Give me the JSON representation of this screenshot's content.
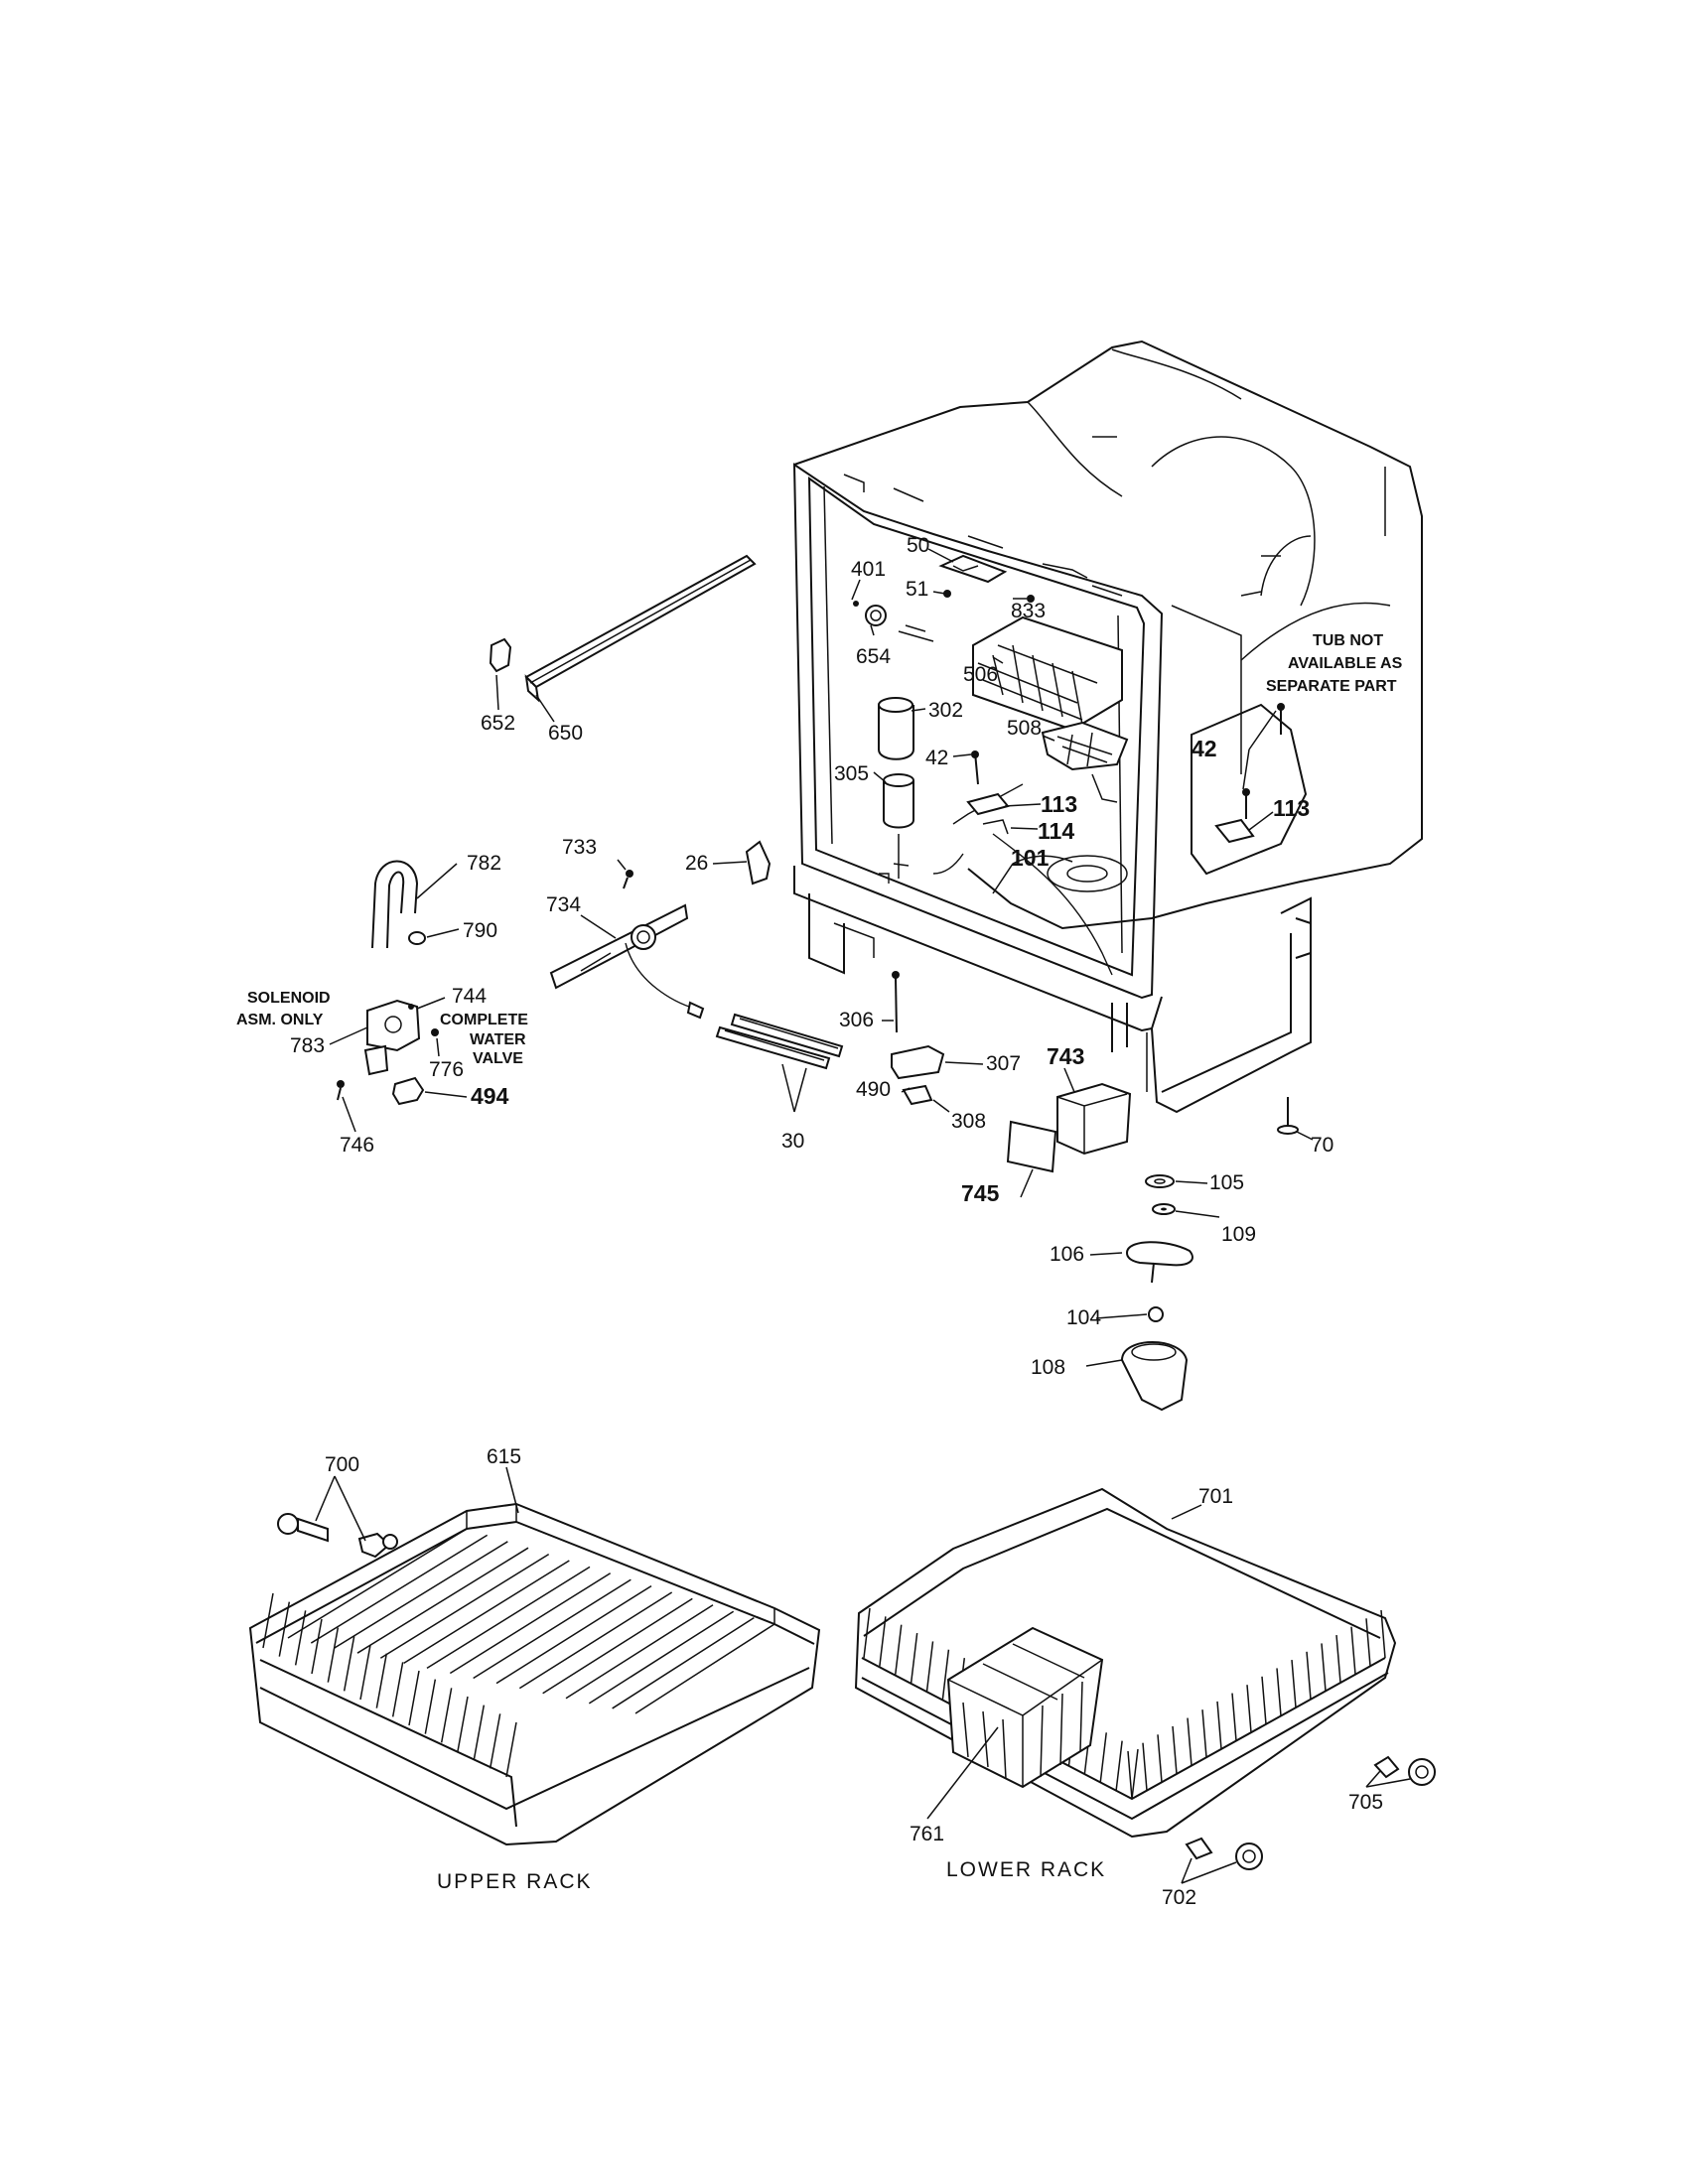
{
  "notes": {
    "tub": [
      "TUB NOT",
      "AVAILABLE AS",
      "SEPARATE PART"
    ],
    "solenoid": [
      "SOLENOID",
      "ASM. ONLY"
    ],
    "valve": [
      "COMPLETE",
      "WATER",
      "VALVE"
    ]
  },
  "captions": {
    "upper_rack": "UPPER RACK",
    "lower_rack": "LOWER RACK"
  },
  "labels": {
    "p50": "50",
    "p401": "401",
    "p51": "51",
    "p833": "833",
    "p654": "654",
    "p506": "506",
    "p302": "302",
    "p508": "508",
    "p42a": "42",
    "p305": "305",
    "p113a": "113",
    "p114": "114",
    "p101": "101",
    "p42b": "42",
    "p113b": "113",
    "p652": "652",
    "p650": "650",
    "p782": "782",
    "p790": "790",
    "p733": "733",
    "p734": "734",
    "p26": "26",
    "p744": "744",
    "p783": "783",
    "p776": "776",
    "p494": "494",
    "p746": "746",
    "p30": "30",
    "p306": "306",
    "p307": "307",
    "p490": "490",
    "p308": "308",
    "p743": "743",
    "p745": "745",
    "p70": "70",
    "p105": "105",
    "p109": "109",
    "p106": "106",
    "p104": "104",
    "p108": "108",
    "p700": "700",
    "p615": "615",
    "p701": "701",
    "p761": "761",
    "p705": "705",
    "p702": "702"
  }
}
